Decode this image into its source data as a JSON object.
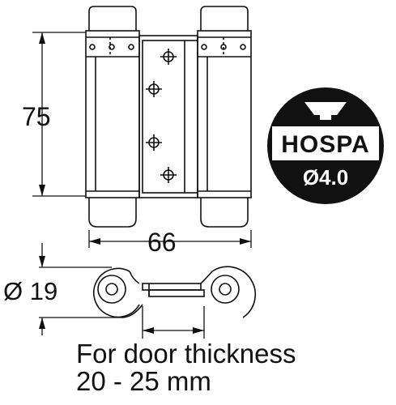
{
  "dimensions": {
    "height": "75",
    "width": "66",
    "diameter": "Ø 19"
  },
  "logo": {
    "brand": "HOSPA",
    "screw_size": "Ø4.0"
  },
  "caption": {
    "line1": "For door thickness",
    "line2": "20 - 25 mm"
  },
  "colors": {
    "ink": "#111111",
    "background": "#ffffff"
  }
}
